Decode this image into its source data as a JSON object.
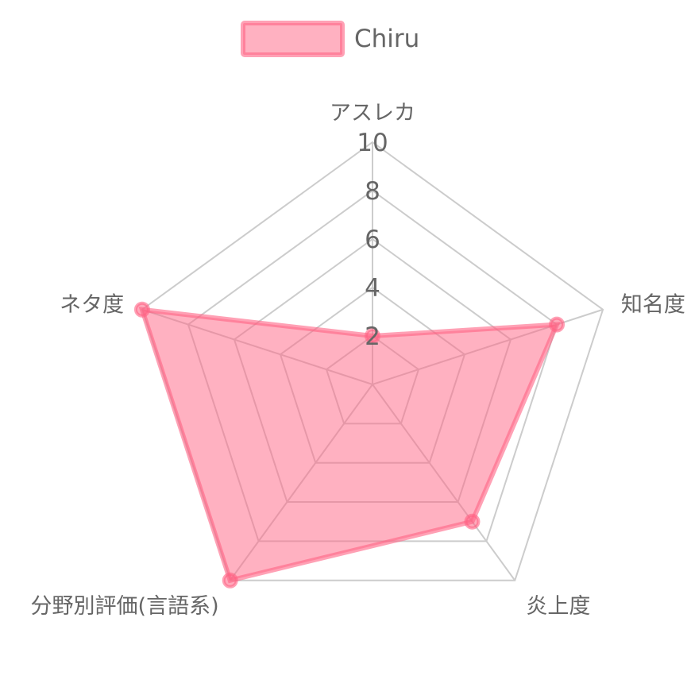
{
  "chart_data": {
    "type": "radar",
    "title": "",
    "categories": [
      "アスレカ",
      "知名度",
      "炎上度",
      "分野別評価(言語系)",
      "ネタ度"
    ],
    "series": [
      {
        "name": "Chiru",
        "values": [
          2,
          8,
          7,
          10,
          10
        ]
      }
    ],
    "rlim": [
      0,
      10
    ],
    "ticks": [
      2,
      4,
      6,
      8,
      10
    ],
    "grid": true,
    "legend_position": "top",
    "colors": {
      "fill": "#ff6384",
      "stroke": "#ff6384",
      "grid": "#cccccc",
      "text": "#666666"
    }
  }
}
